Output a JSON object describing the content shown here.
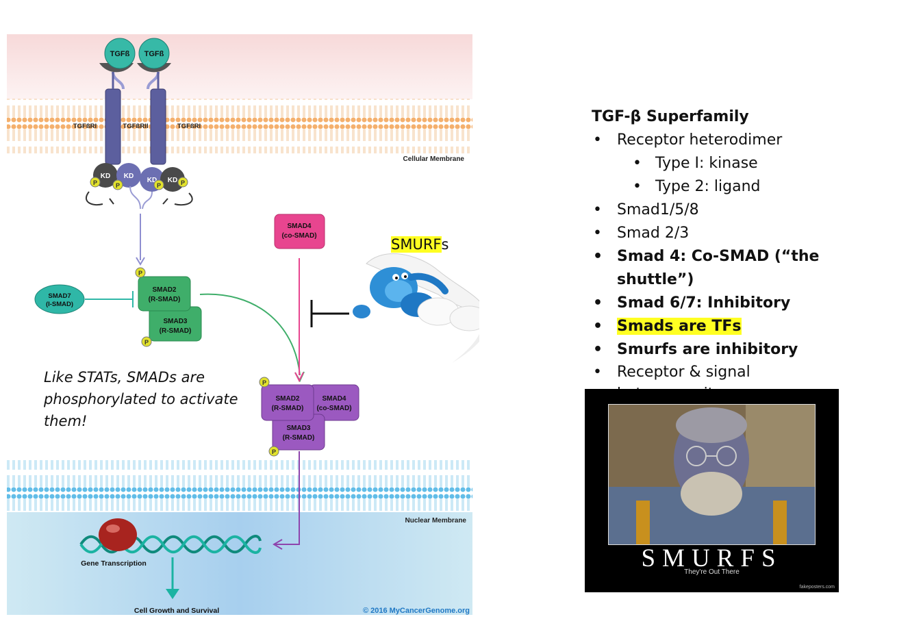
{
  "diagram": {
    "ligand_left": "TGFß",
    "ligand_right": "TGFß",
    "receptor_left": "TGFßRI",
    "receptor_center": "TGFßRII",
    "receptor_right": "TGFßRI",
    "kinase_domain": "KD",
    "phospho": "P",
    "cellular_membrane": "Cellular Membrane",
    "nuclear_membrane": "Nuclear Membrane",
    "smad4_top": "SMAD4",
    "smad4_top_sub": "(co-SMAD)",
    "smad7": "SMAD7",
    "smad7_sub": "(I-SMAD)",
    "smad2": "SMAD2",
    "smad2_sub": "(R-SMAD)",
    "smad3": "SMAD3",
    "smad3_sub": "(R-SMAD)",
    "complex_smad2": "SMAD2",
    "complex_smad2_sub": "(R-SMAD)",
    "complex_smad4": "SMAD4",
    "complex_smad4_sub": "(co-SMAD)",
    "complex_smad3": "SMAD3",
    "complex_smad3_sub": "(R-SMAD)",
    "gene_transcription": "Gene Transcription",
    "cell_growth": "Cell Growth and Survival",
    "copyright": "© 2016 MyCancerGenome.org"
  },
  "smurfs_label": {
    "highlight": "SMURF",
    "suffix": "s"
  },
  "note": "Like STATs, SMADs are phosphorylated to activate them!",
  "bullets": {
    "heading": "TGF-β Superfamily",
    "items": [
      "Receptor heterodimer",
      "Type I: kinase",
      "Type 2: ligand",
      "Smad1/5/8",
      "Smad 2/3",
      "Smad 4: Co-SMAD (“the shuttle”)",
      "Smad 6/7: Inhibitory",
      "Smads are TFs",
      "Smurfs are inhibitory",
      "Receptor & signal heterogeneity…"
    ]
  },
  "poster": {
    "title": "SMURFS",
    "tagline": "They're Out There",
    "credit": "fakeposters.com"
  },
  "colors": {
    "smad_green": "#3fae6a",
    "smad_purple": "#9b59c0",
    "smad4_pink": "#e8458f",
    "smad7_teal": "#2fb7a7",
    "highlight": "#ffff22"
  }
}
